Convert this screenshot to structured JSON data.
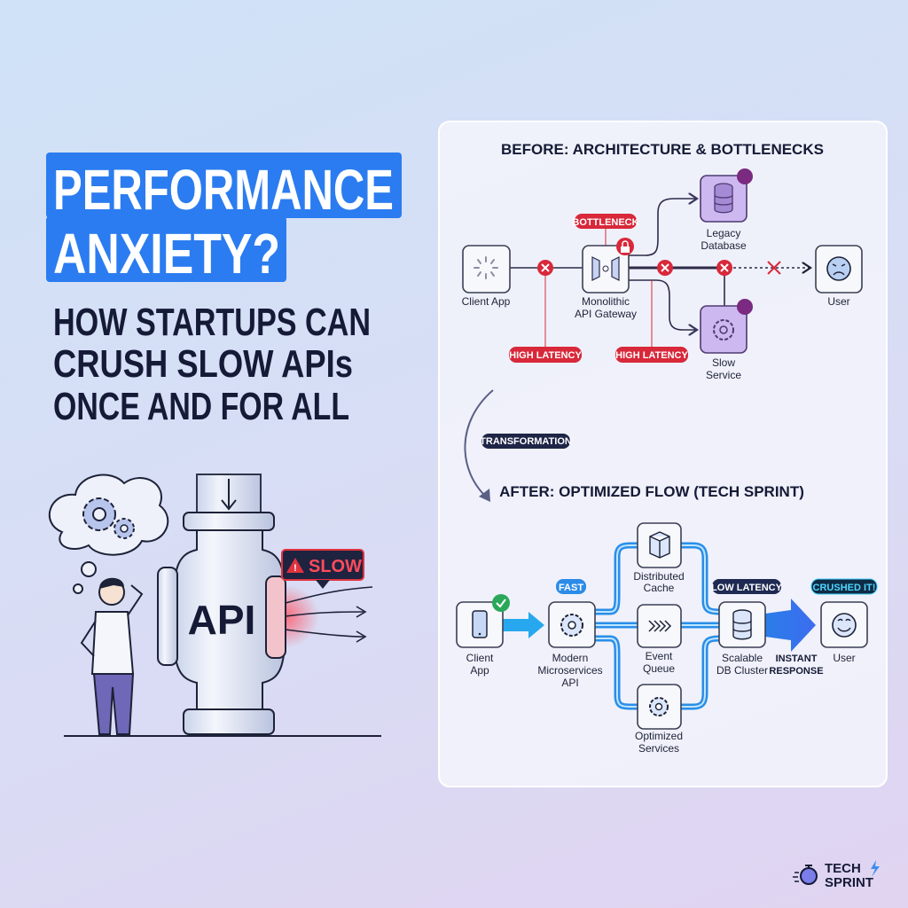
{
  "headline": {
    "line1": "PERFORMANCE",
    "line2": "ANXIETY?"
  },
  "subheadline": {
    "line1": "HOW STARTUPS CAN",
    "line2": "CRUSH SLOW APIs",
    "line3": "ONCE AND FOR ALL"
  },
  "illustration": {
    "pipe_label": "API",
    "slow_badge": "SLOW"
  },
  "before": {
    "title": "BEFORE: ARCHITECTURE & BOTTLENECKS",
    "nodes": {
      "client": "Client App",
      "gateway_line1": "Monolithic",
      "gateway_line2": "API Gateway",
      "db_line1": "Legacy",
      "db_line2": "Database",
      "service_line1": "Slow",
      "service_line2": "Service",
      "user": "User"
    },
    "tags": {
      "bottleneck": "BOTTLENECK",
      "latency1": "HIGH LATENCY",
      "latency2": "HIGH LATENCY"
    }
  },
  "transformation": "TRANSFORMATION",
  "after": {
    "title": "AFTER: OPTIMIZED FLOW (TECH SPRINT)",
    "nodes": {
      "client_line1": "Client",
      "client_line2": "App",
      "api_line1": "Modern",
      "api_line2": "Microservices",
      "api_line3": "API",
      "cache_line1": "Distributed",
      "cache_line2": "Cache",
      "queue_line1": "Event",
      "queue_line2": "Queue",
      "services_line1": "Optimized",
      "services_line2": "Services",
      "db_line1": "Scalable",
      "db_line2": "DB Cluster",
      "user": "User"
    },
    "tags": {
      "fast": "FAST",
      "low_latency": "LOW LATENCY",
      "crushed": "CRUSHED IT!"
    },
    "response_line1": "INSTANT",
    "response_line2": "RESPONSE"
  },
  "logo": {
    "line1": "TECH",
    "line2": "SPRINT"
  },
  "colors": {
    "accent": "#2b7cf0",
    "danger": "#d8283a",
    "navy": "#151a36",
    "purple": "#cdb8ef",
    "flow": "#2a8ee8"
  }
}
